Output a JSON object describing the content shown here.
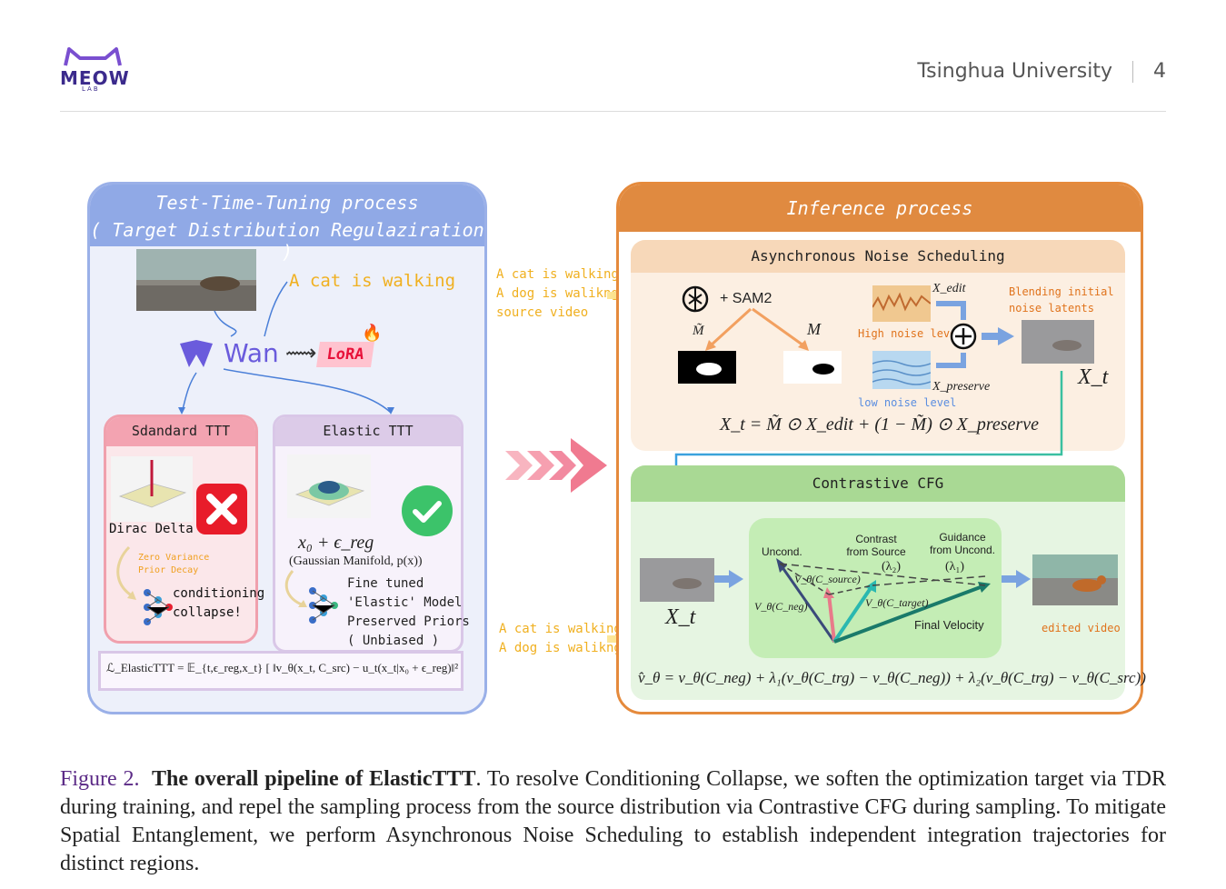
{
  "header": {
    "logo_text": "MEOW",
    "logo_sub": "LAB",
    "institution": "Tsinghua University",
    "page_number": "4"
  },
  "figure": {
    "left_panel": {
      "title_line1": "Test-Time-Tuning process",
      "title_line2": "( Target Distribution Regulaziration )",
      "prompt": "A cat is walking",
      "model_name": "Wan",
      "lora_label": "LoRA",
      "standard_box": {
        "title": "Sdandard TTT",
        "dist_label": "Dirac Delta",
        "decay_label_line1": "Zero Variance",
        "decay_label_line2": "Prior Decay",
        "result_line1": "conditioning",
        "result_line2": "collapse!"
      },
      "elastic_box": {
        "title": "Elastic TTT",
        "formula": "x₀ + ϵ_reg",
        "manifold": "(Gaussian Manifold, p(x))",
        "desc_line1": "Fine tuned",
        "desc_line2": "'Elastic' Model",
        "desc_line3": "Preserved Priors",
        "desc_line4": "( Unbiased )"
      },
      "loss": "ℒ_ElasticTTT = 𝔼_{t,ϵ_reg,x_t} [ ‖v_θ(x_t, C_src) − u_t(x_t|x₀ + ϵ_reg)‖² ]"
    },
    "middle": {
      "inputs_top": [
        "A cat is walking",
        "A dog is walikng",
        "source video"
      ],
      "inputs_bottom": [
        "A cat is walking",
        "A dog is walikng"
      ]
    },
    "right_panel": {
      "title": "Inference process",
      "async": {
        "title": "Asynchronous Noise Scheduling",
        "sam_label": "+ SAM2",
        "mask_tilde": "M̃",
        "mask": "M",
        "x_edit": "X_edit",
        "x_preserve": "X_preserve",
        "high_noise": "High noise level",
        "low_noise": "low noise level",
        "blend_line1": "Blending initial",
        "blend_line2": "noise latents",
        "x_t": "X_t",
        "formula": "X_t = M̃ ⊙ X_edit + (1 − M̃) ⊙ X_preserve"
      },
      "ccfg": {
        "title": "Contrastive CFG",
        "x_t": "X_t",
        "uncond": "Uncond.",
        "contrast_line1": "Contrast",
        "contrast_line2": "from Source",
        "lambda2": "(λ₂)",
        "guidance_line1": "Guidance",
        "guidance_line2": "from Uncond.",
        "lambda1": "(λ₁)",
        "v_source": "V_θ(C_source)",
        "v_neg": "V_θ(C_neg)",
        "v_target": "V_θ(C_target)",
        "final_velocity": "Final Velocity",
        "edited_video": "edited video",
        "formula": "v̂_θ = v_θ(C_neg) + λ₁(v_θ(C_trg) − v_θ(C_neg)) + λ₂(v_θ(C_trg) − v_θ(C_src))"
      }
    }
  },
  "caption": {
    "label": "Figure 2.",
    "bold_title": "The overall pipeline of ElasticTTT",
    "body": ". To resolve Conditioning Collapse, we soften the optimization target via TDR during training, and repel the sampling process from the source distribution via Contrastive CFG during sampling. To mitigate Spatial Entanglement, we perform Asynchronous Noise Scheduling to establish independent integration trajectories for distinct regions."
  },
  "colors": {
    "left_panel_border": "#9ab0e8",
    "right_panel_border": "#e58a3c",
    "caption_label": "#5b2a86"
  }
}
